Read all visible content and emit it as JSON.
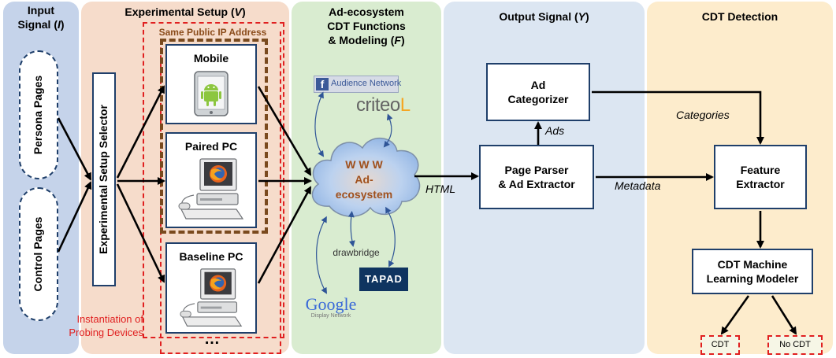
{
  "panels": {
    "input": {
      "title": "Input",
      "title2": "Signal (I)"
    },
    "setup": {
      "title": "Experimental Setup (V)"
    },
    "ecosystem": {
      "title1": "Ad-ecosystem",
      "title2": "CDT Functions",
      "title3": "& Modeling (F)"
    },
    "output": {
      "title": "Output Signal (Y)"
    },
    "detection": {
      "title": "CDT Detection"
    }
  },
  "colors": {
    "input_bg": "#c5d3ea",
    "setup_bg": "#f6dccb",
    "ecosystem_bg": "#d9ecd0",
    "output_bg": "#dce6f2",
    "detection_bg": "#fdeccc",
    "box_border": "#1f3f6a",
    "red_dash": "#e02020",
    "brown_dash": "#7a4a1e"
  },
  "inputs": {
    "persona": "Persona Pages",
    "control": "Control Pages"
  },
  "selector": {
    "label": "Experimental Setup Selector"
  },
  "setup_notes": {
    "same_ip": "Same Public  IP Address",
    "instantiation1": "Instantiation of",
    "instantiation2": "Probing Devices",
    "ellipsis": "…"
  },
  "devices": {
    "mobile": "Mobile",
    "paired": "Paired PC",
    "baseline": "Baseline PC"
  },
  "cloud": {
    "line1": "W W W",
    "line2": "Ad-",
    "line3": "ecosystem"
  },
  "logos": {
    "facebook": "Audience Network",
    "criteo": "criteo",
    "drawbridge": "drawbridge",
    "tapad": "TAPAD",
    "google": "Google",
    "google_sub": "Display Network"
  },
  "boxes": {
    "categorizer1": "Ad",
    "categorizer2": "Categorizer",
    "parser1": "Page Parser",
    "parser2": "& Ad Extractor",
    "feature1": "Feature",
    "feature2": "Extractor",
    "ml1": "CDT Machine",
    "ml2": "Learning Modeler"
  },
  "edge_labels": {
    "html": "HTML",
    "ads": "Ads",
    "categories": "Categories",
    "metadata": "Metadata"
  },
  "outcomes": {
    "cdt": "CDT",
    "nocdt": "No CDT"
  }
}
